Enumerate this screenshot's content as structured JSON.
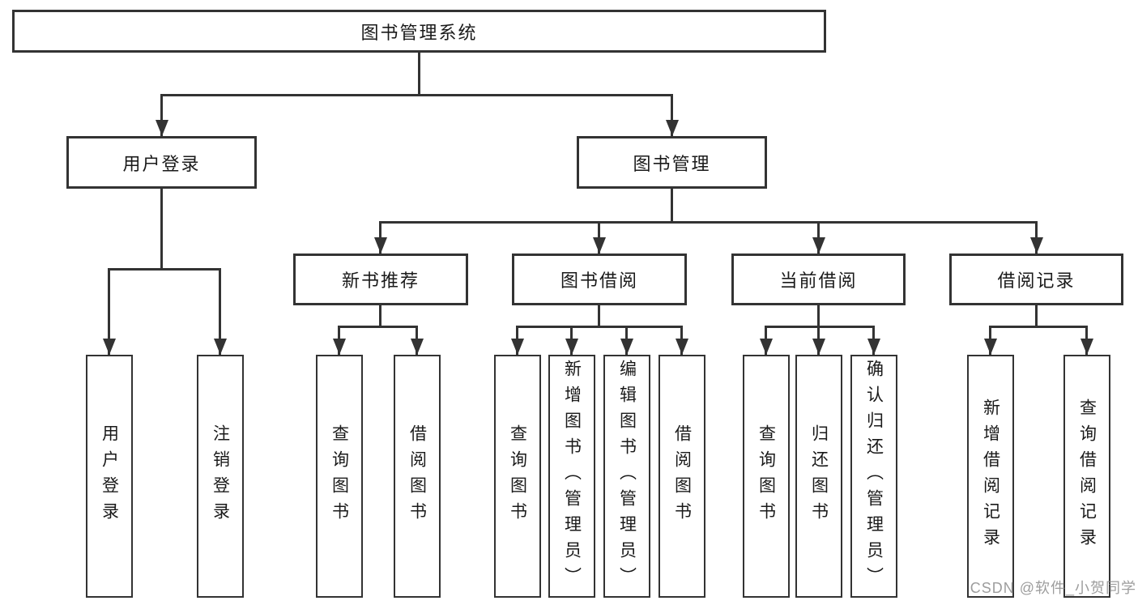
{
  "tree": {
    "root": "图书管理系统",
    "branches": [
      {
        "label": "用户登录",
        "children": [
          "用户登录",
          "注销登录"
        ]
      },
      {
        "label": "图书管理",
        "children": [
          {
            "label": "新书推荐",
            "children": [
              "查询图书",
              "借阅图书"
            ]
          },
          {
            "label": "图书借阅",
            "children": [
              "查询图书",
              "新增图书（管理员）",
              "编辑图书（管理员）",
              "借阅图书"
            ]
          },
          {
            "label": "当前借阅",
            "children": [
              "查询图书",
              "归还图书",
              "确认归还（管理员）"
            ]
          },
          {
            "label": "借阅记录",
            "children": [
              "新增借阅记录",
              "查询借阅记录"
            ]
          }
        ]
      }
    ]
  },
  "watermark": {
    "text": "CSDN @软件_小贺同学"
  },
  "colors": {
    "line": "#333333",
    "text": "#1a1a1a",
    "watermark": "#8c8c8c",
    "background": "#ffffff"
  }
}
